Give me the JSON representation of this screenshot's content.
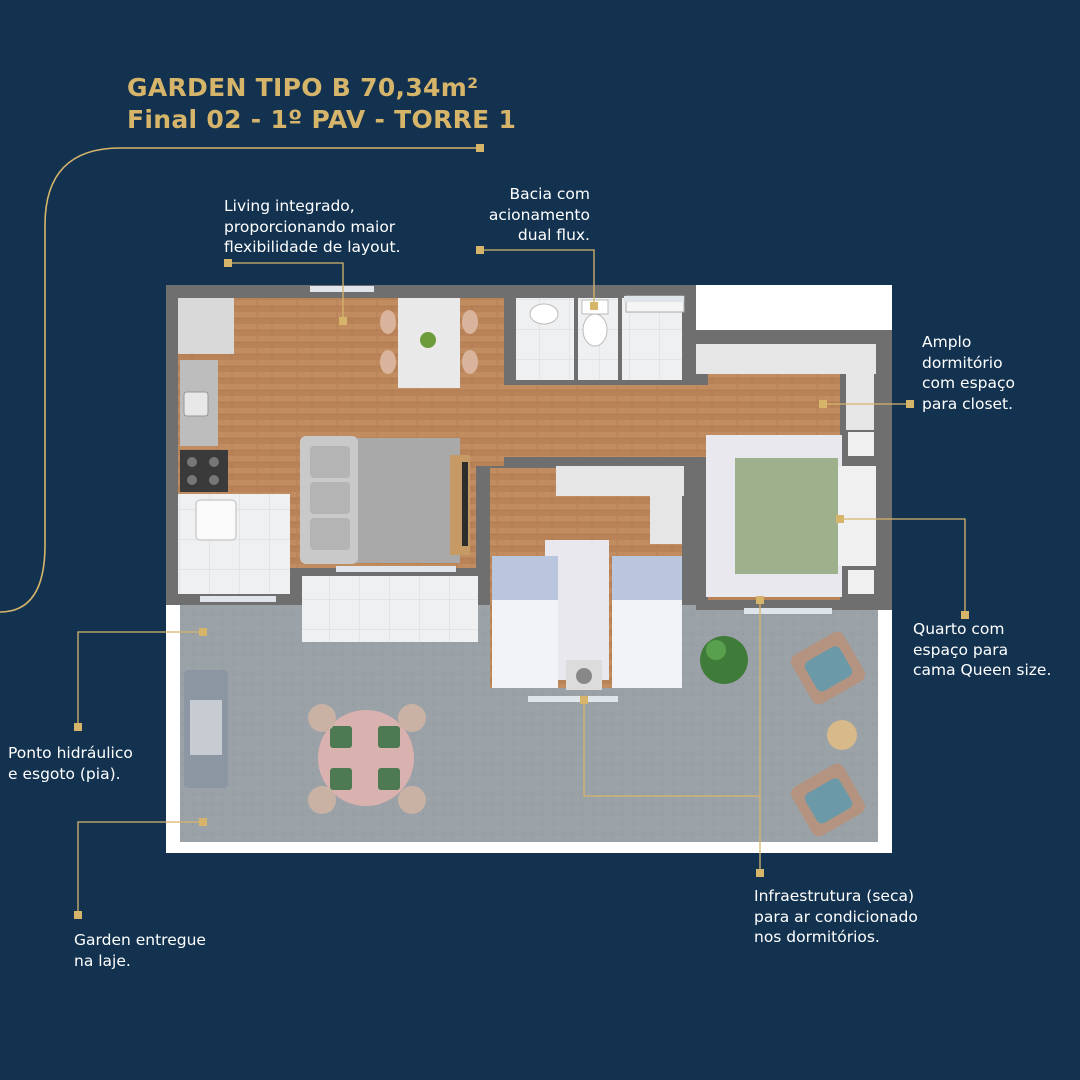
{
  "header": {
    "title_line1": "GARDEN TIPO B 70,34m²",
    "title_line2": "Final 02 - 1º PAV - TORRE 1"
  },
  "colors": {
    "background": "#12324f",
    "accent_gold": "#d6b56a",
    "text": "#ffffff"
  },
  "callouts": {
    "living": "Living integrado,\nproporcionando maior\nflexibilidade de layout.",
    "bacia": "Bacia com\nacionamento\ndual flux.",
    "dormitorio": "Amplo\ndormitório\ncom espaço\npara closet.",
    "quarto": "Quarto com\nespaço para\ncama Queen size.",
    "ponto": "Ponto hidráulico\ne esgoto (pia).",
    "garden": "Garden entregue\nna laje.",
    "infra": "Infraestrutura (seca)\npara ar condicionado\nnos dormitórios."
  }
}
